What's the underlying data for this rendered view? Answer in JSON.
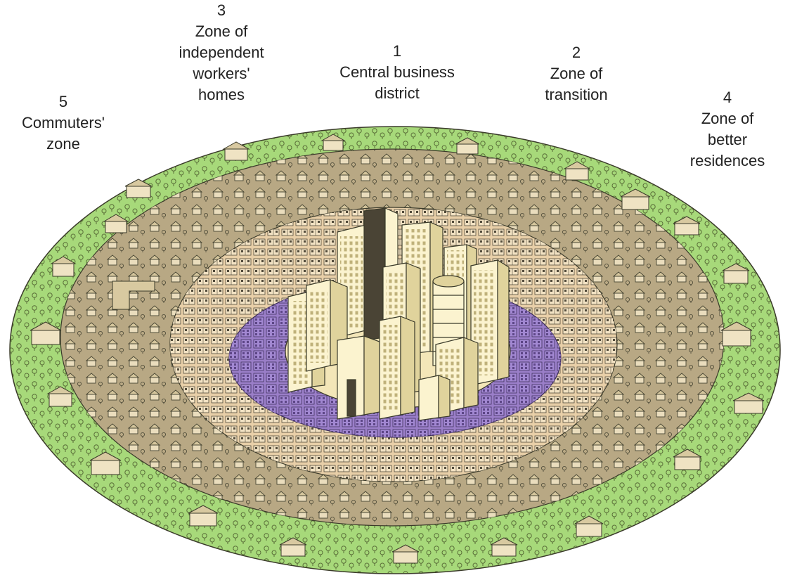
{
  "zones": [
    {
      "id": "cbd",
      "number": "1",
      "name": "Central business\ndistrict",
      "color": "#f3e6b8"
    },
    {
      "id": "transition",
      "number": "2",
      "name": "Zone of\ntransition",
      "color": "#9a7ec8"
    },
    {
      "id": "workers",
      "number": "3",
      "name": "Zone of\nindependent\nworkers'\nhomes",
      "color": "#e8cfa8"
    },
    {
      "id": "better",
      "number": "4",
      "name": "Zone of\nbetter\nresidences",
      "color": "#b8a884"
    },
    {
      "id": "commuters",
      "number": "5",
      "name": "Commuters'\nzone",
      "color": "#a7d97a"
    }
  ],
  "colors": {
    "outline": "#3a3a2a",
    "building_light": "#fbf3cf",
    "building_shade": "#e0d39c",
    "building_dark": "#4a4435",
    "house_roof": "#d8c9a0",
    "tree": "#6b8a3c"
  }
}
